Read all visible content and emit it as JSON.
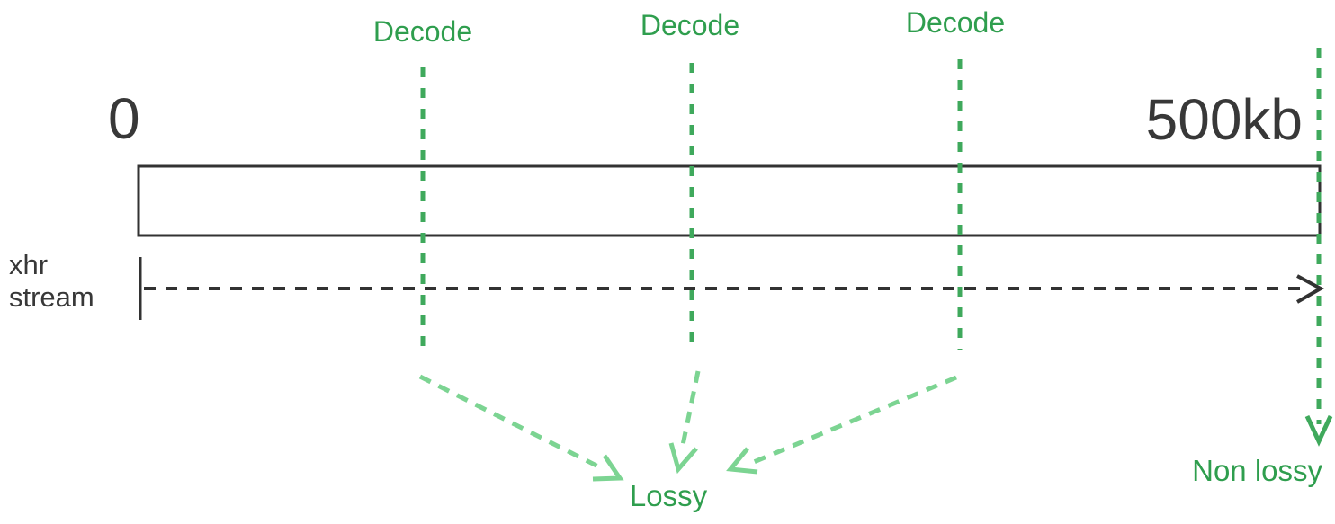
{
  "colors": {
    "background": "#ffffff",
    "dark": "#323232",
    "gray_text": "#383838",
    "green_text": "#2f9e4e",
    "green_dash": "#3fa95c",
    "green_light": "#7cd492"
  },
  "axis": {
    "start": "0",
    "end": "500kb"
  },
  "stream": {
    "line1": "xhr",
    "line2": "stream"
  },
  "decode_labels": [
    "Decode",
    "Decode",
    "Decode"
  ],
  "outputs": {
    "lossy": "Lossy",
    "non_lossy": "Non lossy"
  }
}
